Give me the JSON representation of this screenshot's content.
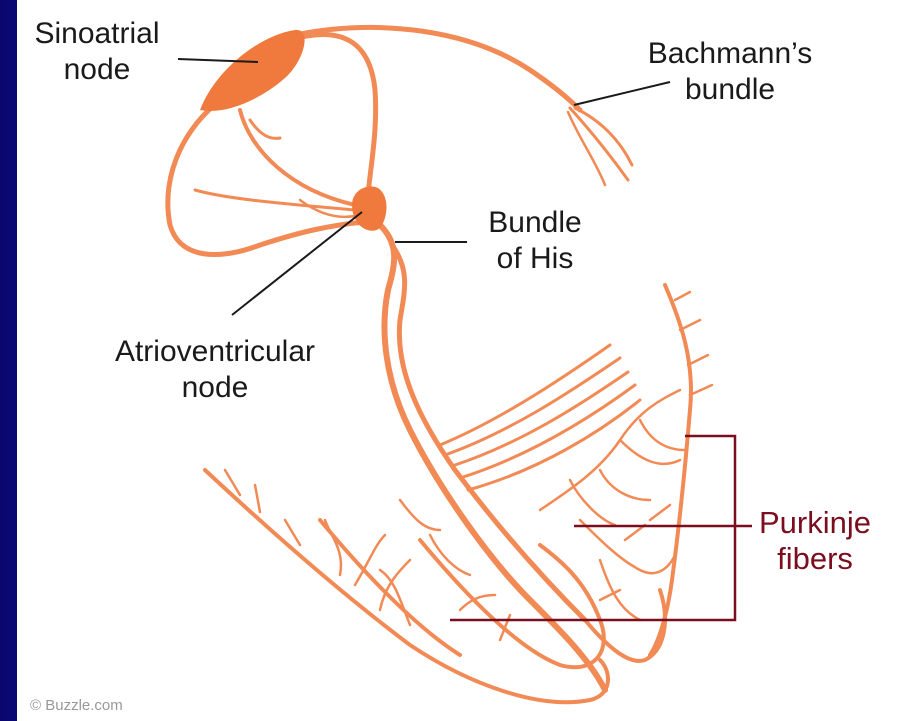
{
  "labels": {
    "sinoatrial_line1": "Sinoatrial",
    "sinoatrial_line2": "node",
    "bachmann_line1": "Bachmann’s",
    "bachmann_line2": "bundle",
    "his_line1": "Bundle",
    "his_line2": "of His",
    "av_line1": "Atrioventricular",
    "av_line2": "node",
    "purkinje_line1": "Purkinje",
    "purkinje_line2": "fibers"
  },
  "copyright": "© Buzzle.com",
  "colors": {
    "background": "#0d0a8a",
    "panel": "#ffffff",
    "fiber": "#f28a55",
    "node": "#f07a3e",
    "leader": "#1a1a1a",
    "purkinje_bracket": "#7a0e1f",
    "purkinje_text": "#7a0e1f"
  }
}
